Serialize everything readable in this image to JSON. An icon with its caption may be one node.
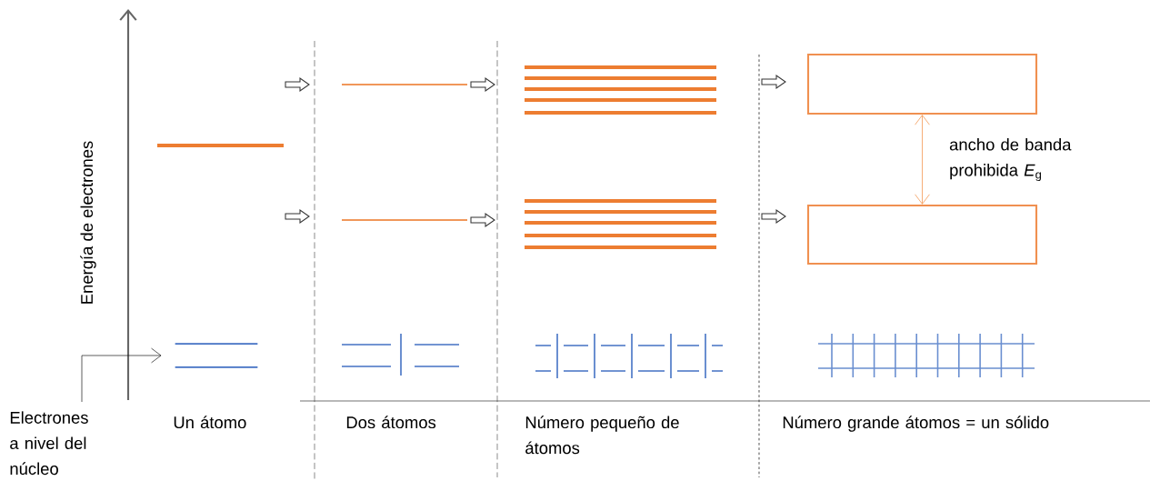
{
  "diagram": {
    "nodes": [
      {
        "text": [
          "Electrones a nivel del núcleo"
        ]
      },
      {
        "text": [],
        "shape": "bar"
      },
      {
        "text": [],
        "shape": "box"
      },
      {
        "text": [],
        "shape": "box"
      }
    ],
    "edges": [
      {
        "from": 0,
        "to": 1,
        "arrow": "to"
      },
      {
        "from": 2,
        "to": 3,
        "arrow": "both",
        "color": "#f08a3c",
        "label": "ancho de banda prohibida *E*$_{g}$"
      }
    ],
    "labels": [
      "Energía de electrones",
      "Un átomo",
      "Dos átomos",
      "Número pequeño de átomos",
      "Número grande átomos = un sólido"
    ]
  }
}
